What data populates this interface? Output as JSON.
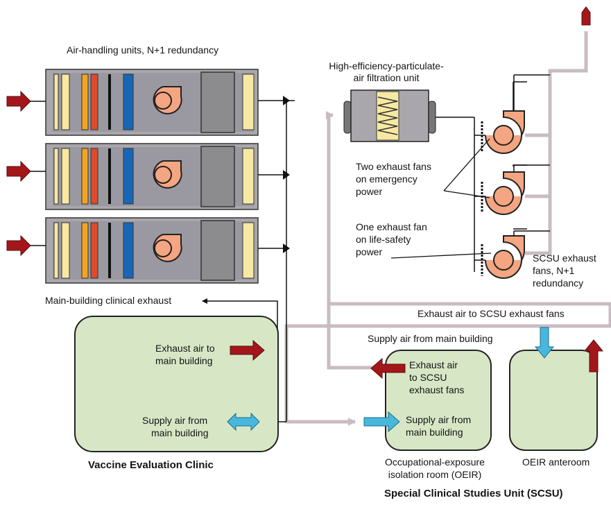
{
  "labels": {
    "ahu_title": "Air-handling units, N+1 redundancy",
    "hepa_line1": "High-efficiency-particulate-",
    "hepa_line2": "air filtration unit",
    "two_fans_1": "Two exhaust fans",
    "two_fans_2": "on emergency",
    "two_fans_3": "power",
    "one_fan_1": "One exhaust fan",
    "one_fan_2": "on life-safety",
    "one_fan_3": "power",
    "scsu_fans_1": "SCSU exhaust",
    "scsu_fans_2": "fans, N+1",
    "scsu_fans_3": "redundancy",
    "main_clinical_exhaust": "Main-building clinical exhaust",
    "exhaust_to_scsu_fans": "Exhaust air to SCSU exhaust fans",
    "supply_from_main": "Supply air from main building",
    "vec_exhaust_1": "Exhaust air to",
    "vec_exhaust_2": "main building",
    "vec_supply_1": "Supply air from",
    "vec_supply_2": "main building",
    "oeir_exhaust_1": "Exhaust air",
    "oeir_exhaust_2": "to SCSU",
    "oeir_exhaust_3": "exhaust fans",
    "oeir_supply_1": "Supply air from",
    "oeir_supply_2": "main building",
    "vec_title": "Vaccine Evaluation Clinic",
    "oeir_title_1": "Occupational-exposure",
    "oeir_title_2": "isolation room (OEIR)",
    "anteroom_title": "OEIR anteroom",
    "scsu_title": "Special Clinical Studies Unit (SCSU)"
  },
  "colors": {
    "unit_fill": "#a9a7ac",
    "room_fill": "#d7e7c6",
    "duct": "#c8bcc2",
    "fan": "#f4a582",
    "exhaust_arrow": "#a3171b",
    "supply_arrow": "#48b7dc",
    "filter_yellow": "#f7e9a3",
    "filter_orange": "#f2a521",
    "filter_red": "#dd4b2c",
    "coil_blue": "#1a66b6"
  }
}
